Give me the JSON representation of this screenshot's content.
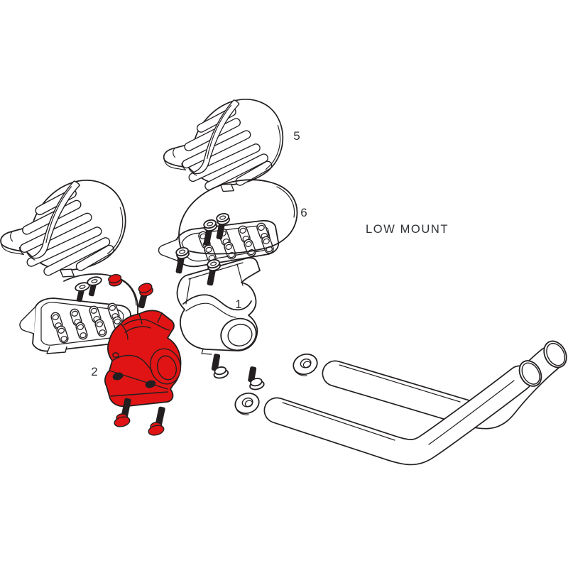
{
  "diagram": {
    "title": "LOW MOUNT",
    "part_labels": {
      "clamp": "1",
      "riser_pedestal": "2",
      "armrest_pad": "5",
      "pad_base_shell": "6"
    }
  },
  "colors": {
    "background": "#ffffff",
    "line": "#231f20",
    "highlight_red": "#e01414",
    "label_text": "#2e3236"
  }
}
